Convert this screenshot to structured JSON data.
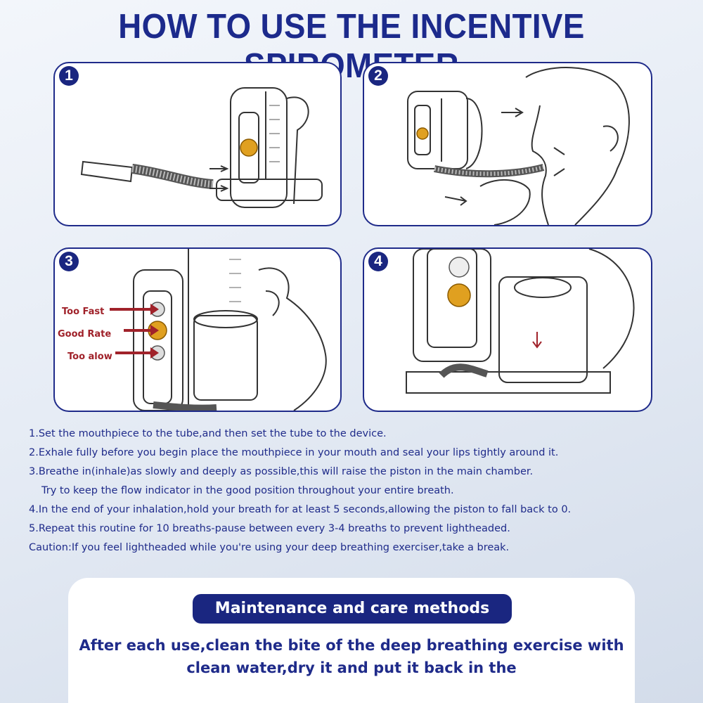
{
  "title": "HOW TO USE THE INCENTIVE SPIROMETER",
  "panels": [
    {
      "number": "1"
    },
    {
      "number": "2"
    },
    {
      "number": "3",
      "labels": [
        "Too Fast",
        "Good Rate",
        "Too alow"
      ]
    },
    {
      "number": "4"
    }
  ],
  "steps": [
    "1.Set the mouthpiece to the tube,and then set the tube to the device.",
    "2.Exhale fully before you begin place the mouthpiece in your mouth and seal your lips tightly around it.",
    "3.Breathe in(inhale)as slowly and deeply as possible,this will raise the piston in the main chamber.",
    "Try to keep the flow indicator in the good position throughout your entire breath.",
    "4.In the end of your inhalation,hold your breath for at least 5 seconds,allowing the piston to fall back to 0.",
    "5.Repeat this routine for 10 breaths-pause between every 3-4 breaths to prevent lightheaded.",
    "Caution:If you feel lightheaded while you're using your deep breathing exerciser,take a break."
  ],
  "care": {
    "heading": "Maintenance and care methods",
    "body_line1": "After each use,clean the bite of the deep breathing exercise with",
    "body_line2": "clean water,dry it and put it back in the"
  },
  "colors": {
    "primary": "#1a2680",
    "text": "#1f2b8a",
    "arrow": "#a0222a",
    "indicator": "#e0a020"
  }
}
